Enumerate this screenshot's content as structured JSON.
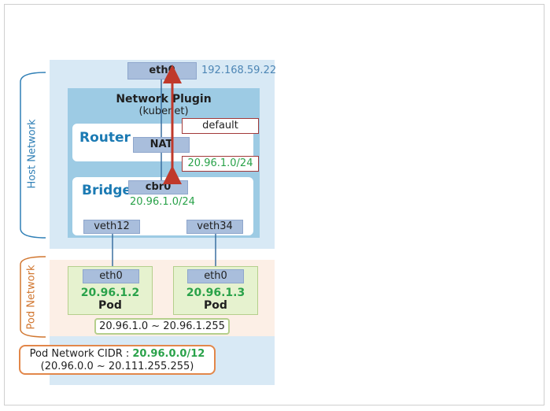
{
  "host_network_label": "Host Network",
  "pod_network_label": "Pod Network",
  "eth0": {
    "label": "eth0",
    "ip": "192.168.59.22"
  },
  "network_plugin": {
    "title": "Network Plugin",
    "subtitle": "(kubenet)"
  },
  "router": {
    "title": "Router",
    "nat_label": "NAT"
  },
  "routes": {
    "default_label": "default",
    "pod_subnet_label": "20.96.1.0/24"
  },
  "bridge": {
    "title": "Bridge",
    "cbr0_label": "cbr0",
    "cbr0_ip": "20.96.1.0/24"
  },
  "veths": [
    {
      "label": "veth12"
    },
    {
      "label": "veth34"
    }
  ],
  "pods": [
    {
      "eth_label": "eth0",
      "ip": "20.96.1.2",
      "name": "Pod"
    },
    {
      "eth_label": "eth0",
      "ip": "20.96.1.3",
      "name": "Pod"
    }
  ],
  "pod_range": "20.96.1.0 ~ 20.96.1.255",
  "pod_network_cidr": {
    "prefix": "Pod Network CIDR : ",
    "value": "20.96.0.0/12",
    "range": "(20.96.0.0 ~ 20.111.255.255)"
  },
  "colors": {
    "host_bg": "#d8e9f5",
    "plugin_bg": "#9dcbe4",
    "pod_bg": "#fcefe6",
    "pod_box": "#e6f2cf",
    "chip": "#a9bedc",
    "accent_green": "#2aa24a",
    "accent_blue": "#1b7ab3",
    "arrow_red": "#c0392b",
    "cidr_border": "#e2874a"
  }
}
